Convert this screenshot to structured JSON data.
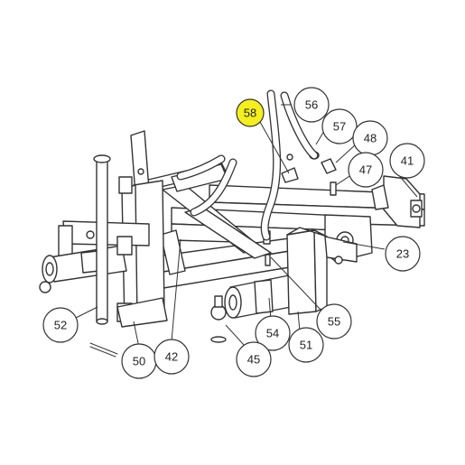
{
  "highlight_color": "#f5ef1e",
  "callouts": [
    {
      "id": "c58",
      "label": "58",
      "highlighted": true
    },
    {
      "id": "c56",
      "label": "56",
      "highlighted": false
    },
    {
      "id": "c57",
      "label": "57",
      "highlighted": false
    },
    {
      "id": "c48",
      "label": "48",
      "highlighted": false
    },
    {
      "id": "c47",
      "label": "47",
      "highlighted": false
    },
    {
      "id": "c41",
      "label": "41",
      "highlighted": false
    },
    {
      "id": "c23",
      "label": "23",
      "highlighted": false
    },
    {
      "id": "c52",
      "label": "52",
      "highlighted": false
    },
    {
      "id": "c55",
      "label": "55",
      "highlighted": false
    },
    {
      "id": "c54",
      "label": "54",
      "highlighted": false
    },
    {
      "id": "c51",
      "label": "51",
      "highlighted": false
    },
    {
      "id": "c50",
      "label": "50",
      "highlighted": false
    },
    {
      "id": "c42",
      "label": "42",
      "highlighted": false
    },
    {
      "id": "c45",
      "label": "45",
      "highlighted": false
    }
  ]
}
